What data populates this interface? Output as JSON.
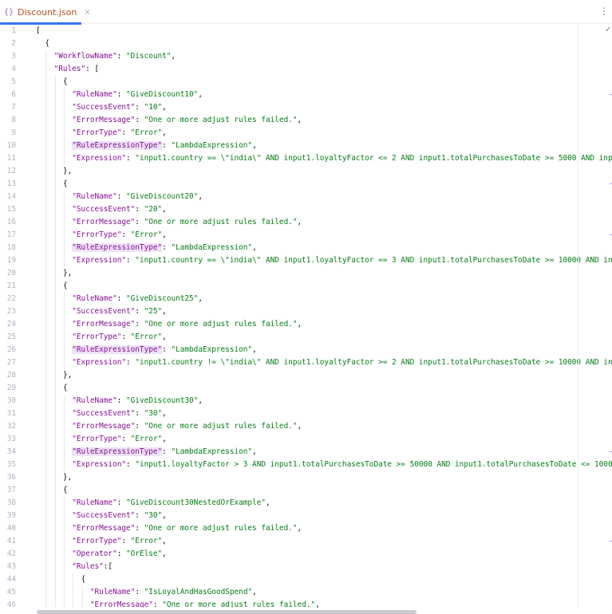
{
  "tab": {
    "icon": "json-braces-icon",
    "label": "Discount.json",
    "close": "×",
    "menu": "⋮"
  },
  "status": {
    "check": "✓"
  },
  "colors": {
    "key": "#871094",
    "string": "#067d17",
    "accent": "#3574f0"
  },
  "lines": [
    {
      "i": 0,
      "t": [
        [
          "p",
          "["
        ]
      ]
    },
    {
      "i": 2,
      "t": [
        [
          "p",
          "{"
        ]
      ]
    },
    {
      "i": 4,
      "t": [
        [
          "k",
          "\"WorkflowName\""
        ],
        [
          "p",
          ": "
        ],
        [
          "s",
          "\"Discount\""
        ],
        [
          "p",
          ","
        ]
      ]
    },
    {
      "i": 4,
      "t": [
        [
          "k",
          "\"Rules\""
        ],
        [
          "p",
          ": ["
        ]
      ]
    },
    {
      "i": 6,
      "t": [
        [
          "p",
          "{"
        ]
      ]
    },
    {
      "i": 8,
      "t": [
        [
          "k",
          "\"RuleName\""
        ],
        [
          "p",
          ": "
        ],
        [
          "s",
          "\"GiveDiscount10\""
        ],
        [
          "p",
          ","
        ]
      ]
    },
    {
      "i": 8,
      "t": [
        [
          "k",
          "\"SuccessEvent\""
        ],
        [
          "p",
          ": "
        ],
        [
          "s",
          "\"10\""
        ],
        [
          "p",
          ","
        ]
      ]
    },
    {
      "i": 8,
      "t": [
        [
          "k",
          "\"ErrorMessage\""
        ],
        [
          "p",
          ": "
        ],
        [
          "s",
          "\"One or more adjust rules failed.\""
        ],
        [
          "p",
          ","
        ]
      ]
    },
    {
      "i": 8,
      "t": [
        [
          "k",
          "\"ErrorType\""
        ],
        [
          "p",
          ": "
        ],
        [
          "s",
          "\"Error\""
        ],
        [
          "p",
          ","
        ]
      ]
    },
    {
      "i": 8,
      "t": [
        [
          "h",
          "\"RuleExpressionType\""
        ],
        [
          "p",
          ": "
        ],
        [
          "s",
          "\"LambdaExpression\""
        ],
        [
          "p",
          ","
        ]
      ]
    },
    {
      "i": 8,
      "t": [
        [
          "k",
          "\"Expression\""
        ],
        [
          "p",
          ": "
        ],
        [
          "s",
          "\"input1.country == \\\"india\\\" AND input1.loyaltyFactor <= 2 AND input1.totalPurchasesToDate >= 5000 AND inp"
        ]
      ]
    },
    {
      "i": 6,
      "t": [
        [
          "p",
          "},"
        ]
      ]
    },
    {
      "i": 6,
      "t": [
        [
          "p",
          "{"
        ]
      ]
    },
    {
      "i": 8,
      "t": [
        [
          "k",
          "\"RuleName\""
        ],
        [
          "p",
          ": "
        ],
        [
          "s",
          "\"GiveDiscount20\""
        ],
        [
          "p",
          ","
        ]
      ]
    },
    {
      "i": 8,
      "t": [
        [
          "k",
          "\"SuccessEvent\""
        ],
        [
          "p",
          ": "
        ],
        [
          "s",
          "\"20\""
        ],
        [
          "p",
          ","
        ]
      ]
    },
    {
      "i": 8,
      "t": [
        [
          "k",
          "\"ErrorMessage\""
        ],
        [
          "p",
          ": "
        ],
        [
          "s",
          "\"One or more adjust rules failed.\""
        ],
        [
          "p",
          ","
        ]
      ]
    },
    {
      "i": 8,
      "t": [
        [
          "k",
          "\"ErrorType\""
        ],
        [
          "p",
          ": "
        ],
        [
          "s",
          "\"Error\""
        ],
        [
          "p",
          ","
        ]
      ]
    },
    {
      "i": 8,
      "t": [
        [
          "h",
          "\"RuleExpressionType\""
        ],
        [
          "p",
          ": "
        ],
        [
          "s",
          "\"LambdaExpression\""
        ],
        [
          "p",
          ","
        ]
      ]
    },
    {
      "i": 8,
      "t": [
        [
          "k",
          "\"Expression\""
        ],
        [
          "p",
          ": "
        ],
        [
          "s",
          "\"input1.country == \\\"india\\\" AND input1.loyaltyFactor == 3 AND input1.totalPurchasesToDate >= 10000 AND in"
        ]
      ]
    },
    {
      "i": 6,
      "t": [
        [
          "p",
          "},"
        ]
      ]
    },
    {
      "i": 6,
      "t": [
        [
          "p",
          "{"
        ]
      ]
    },
    {
      "i": 8,
      "t": [
        [
          "k",
          "\"RuleName\""
        ],
        [
          "p",
          ": "
        ],
        [
          "s",
          "\"GiveDiscount25\""
        ],
        [
          "p",
          ","
        ]
      ]
    },
    {
      "i": 8,
      "t": [
        [
          "k",
          "\"SuccessEvent\""
        ],
        [
          "p",
          ": "
        ],
        [
          "s",
          "\"25\""
        ],
        [
          "p",
          ","
        ]
      ]
    },
    {
      "i": 8,
      "t": [
        [
          "k",
          "\"ErrorMessage\""
        ],
        [
          "p",
          ": "
        ],
        [
          "s",
          "\"One or more adjust rules failed.\""
        ],
        [
          "p",
          ","
        ]
      ]
    },
    {
      "i": 8,
      "t": [
        [
          "k",
          "\"ErrorType\""
        ],
        [
          "p",
          ": "
        ],
        [
          "s",
          "\"Error\""
        ],
        [
          "p",
          ","
        ]
      ]
    },
    {
      "i": 8,
      "t": [
        [
          "h",
          "\"RuleExpressionType\""
        ],
        [
          "p",
          ": "
        ],
        [
          "s",
          "\"LambdaExpression\""
        ],
        [
          "p",
          ","
        ]
      ]
    },
    {
      "i": 8,
      "t": [
        [
          "k",
          "\"Expression\""
        ],
        [
          "p",
          ": "
        ],
        [
          "s",
          "\"input1.country != \\\"india\\\" AND input1.loyaltyFactor >= 2 AND input1.totalPurchasesToDate >= 10000 AND in"
        ]
      ]
    },
    {
      "i": 6,
      "t": [
        [
          "p",
          "},"
        ]
      ]
    },
    {
      "i": 6,
      "t": [
        [
          "p",
          "{"
        ]
      ]
    },
    {
      "i": 8,
      "t": [
        [
          "k",
          "\"RuleName\""
        ],
        [
          "p",
          ": "
        ],
        [
          "s",
          "\"GiveDiscount30\""
        ],
        [
          "p",
          ","
        ]
      ]
    },
    {
      "i": 8,
      "t": [
        [
          "k",
          "\"SuccessEvent\""
        ],
        [
          "p",
          ": "
        ],
        [
          "s",
          "\"30\""
        ],
        [
          "p",
          ","
        ]
      ]
    },
    {
      "i": 8,
      "t": [
        [
          "k",
          "\"ErrorMessage\""
        ],
        [
          "p",
          ": "
        ],
        [
          "s",
          "\"One or more adjust rules failed.\""
        ],
        [
          "p",
          ","
        ]
      ]
    },
    {
      "i": 8,
      "t": [
        [
          "k",
          "\"ErrorType\""
        ],
        [
          "p",
          ": "
        ],
        [
          "s",
          "\"Error\""
        ],
        [
          "p",
          ","
        ]
      ]
    },
    {
      "i": 8,
      "t": [
        [
          "h",
          "\"RuleExpressionType\""
        ],
        [
          "p",
          ": "
        ],
        [
          "s",
          "\"LambdaExpression\""
        ],
        [
          "p",
          ","
        ]
      ]
    },
    {
      "i": 8,
      "t": [
        [
          "k",
          "\"Expression\""
        ],
        [
          "p",
          ": "
        ],
        [
          "s",
          "\"input1.loyaltyFactor > 3 AND input1.totalPurchasesToDate >= 50000 AND input1.totalPurchasesToDate <= 1000"
        ]
      ]
    },
    {
      "i": 6,
      "t": [
        [
          "p",
          "},"
        ]
      ]
    },
    {
      "i": 6,
      "t": [
        [
          "p",
          "{"
        ]
      ]
    },
    {
      "i": 8,
      "t": [
        [
          "k",
          "\"RuleName\""
        ],
        [
          "p",
          ": "
        ],
        [
          "s",
          "\"GiveDiscount30NestedOrExample\""
        ],
        [
          "p",
          ","
        ]
      ]
    },
    {
      "i": 8,
      "t": [
        [
          "k",
          "\"SuccessEvent\""
        ],
        [
          "p",
          ": "
        ],
        [
          "s",
          "\"30\""
        ],
        [
          "p",
          ","
        ]
      ]
    },
    {
      "i": 8,
      "t": [
        [
          "k",
          "\"ErrorMessage\""
        ],
        [
          "p",
          ": "
        ],
        [
          "s",
          "\"One or more adjust rules failed.\""
        ],
        [
          "p",
          ","
        ]
      ]
    },
    {
      "i": 8,
      "t": [
        [
          "k",
          "\"ErrorType\""
        ],
        [
          "p",
          ": "
        ],
        [
          "s",
          "\"Error\""
        ],
        [
          "p",
          ","
        ]
      ]
    },
    {
      "i": 8,
      "t": [
        [
          "k",
          "\"Operator\""
        ],
        [
          "p",
          ": "
        ],
        [
          "s",
          "\"OrElse\""
        ],
        [
          "p",
          ","
        ]
      ]
    },
    {
      "i": 8,
      "t": [
        [
          "k",
          "\"Rules\""
        ],
        [
          "p",
          ":["
        ]
      ]
    },
    {
      "i": 10,
      "t": [
        [
          "p",
          "{"
        ]
      ]
    },
    {
      "i": 12,
      "t": [
        [
          "k",
          "\"RuleName\""
        ],
        [
          "p",
          ": "
        ],
        [
          "s",
          "\"IsLoyalAndHasGoodSpend\""
        ],
        [
          "p",
          ","
        ]
      ]
    },
    {
      "i": 12,
      "t": [
        [
          "k",
          "\"ErrorMessage\""
        ],
        [
          "p",
          ": "
        ],
        [
          "s",
          "\"One or more adjust rules failed.\""
        ],
        [
          "p",
          ","
        ]
      ]
    }
  ]
}
